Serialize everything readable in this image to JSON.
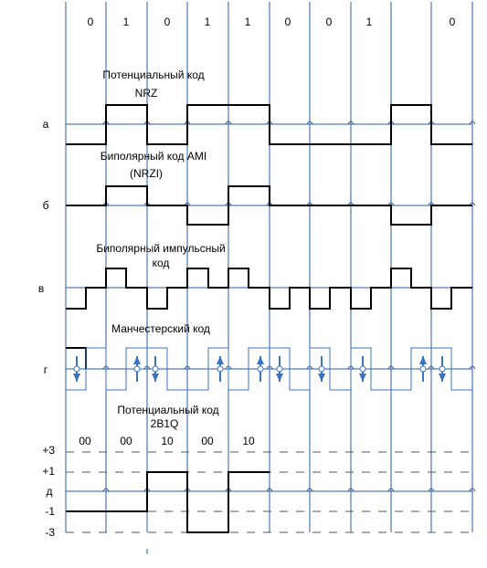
{
  "bits": [
    "0",
    "1",
    "0",
    "1",
    "1",
    "0",
    "0",
    "1",
    "0"
  ],
  "titles": {
    "nrz_line1": "Потенциальный код",
    "nrz_line2": "NRZ",
    "ami_line1": "Биполярный код AMI",
    "ami_line2": "(NRZI)",
    "imp_line1": "Биполярный импульсный",
    "imp_line2": "код",
    "man_line1": "Манчестерский код",
    "b2b1q_line1": "Потенциальный код",
    "b2b1q_line2": "2B1Q"
  },
  "row_labels": {
    "a": "а",
    "b": "б",
    "v": "в",
    "g": "г",
    "d": "д"
  },
  "levels": {
    "p3": "+3",
    "p1": "+1",
    "m1": "-1",
    "m3": "-3"
  },
  "pairs": [
    "00",
    "00",
    "10",
    "00",
    "10"
  ],
  "colors": {
    "grid": "#2a5d9f",
    "signal": "#000000",
    "manchester": "#3b73c4"
  }
}
